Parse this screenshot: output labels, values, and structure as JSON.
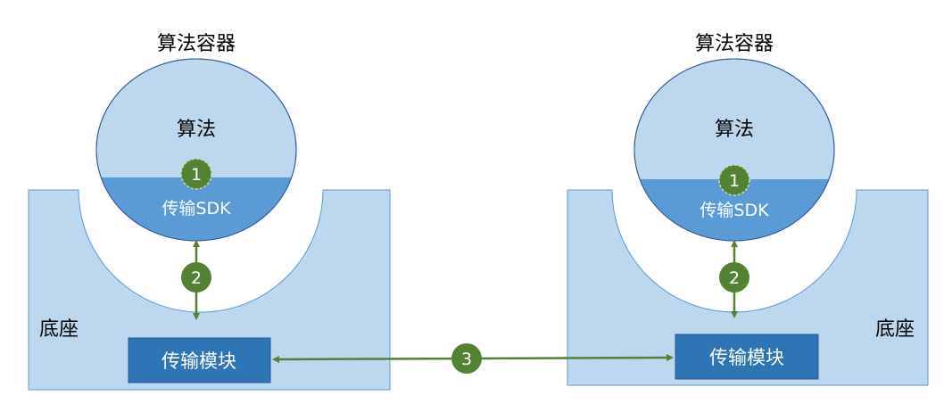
{
  "colors": {
    "base_fill": "#bdd7ee",
    "base_stroke": "#5b9bd5",
    "sphere_fill": "#bdd7ee",
    "sphere_stroke": "#2f5597",
    "sdk_fill": "#5b9bd5",
    "module_fill": "#2e75b6",
    "arrow": "#538135",
    "badge_fill": "#548235",
    "badge_text": "#ffffff",
    "text_dark": "#000000",
    "text_light": "#ffffff"
  },
  "left": {
    "container_label": "算法容器",
    "algorithm_label": "算法",
    "sdk_label": "传输SDK",
    "base_label": "底座",
    "module_label": "传输模块",
    "badge_1": "1",
    "badge_2": "2"
  },
  "right": {
    "container_label": "算法容器",
    "algorithm_label": "算法",
    "sdk_label": "传输SDK",
    "base_label": "底座",
    "module_label": "传输模块",
    "badge_1": "1",
    "badge_2": "2"
  },
  "link": {
    "badge_3": "3"
  }
}
